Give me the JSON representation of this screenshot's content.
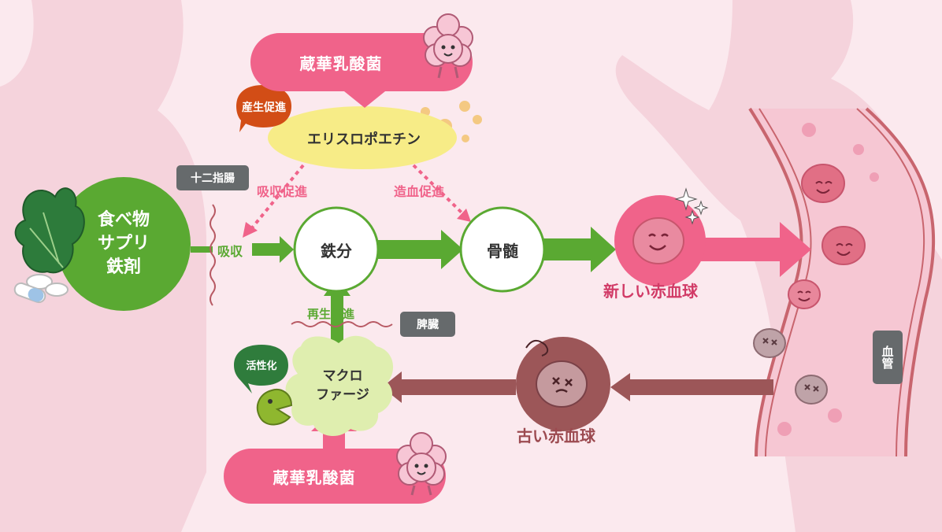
{
  "colors": {
    "pink": "#f0638a",
    "green": "#5aa932",
    "dark_red": "#9c5658",
    "vessel": "#f6c7d3",
    "vessel_wall": "#c8656e",
    "yellow": "#f7ec87",
    "gray_tag": "#666a6c",
    "background": "#fbe9ee"
  },
  "food": {
    "line1": "食べ物",
    "line2": "サプリ",
    "line3": "鉄剤"
  },
  "tags": {
    "duodenum": "十二指腸",
    "spleen": "脾臓",
    "vessel": "血管"
  },
  "bacteria": {
    "top": "蔵華乳酸菌",
    "bottom": "蔵華乳酸菌"
  },
  "epo": {
    "label": "エリスロポエチン",
    "badge": "産生促進"
  },
  "arrows": {
    "absorb_promote": "吸収促進",
    "hemato_promote": "造血促進",
    "absorb": "吸収",
    "regen_promote": "再生促進"
  },
  "nodes": {
    "iron": "鉄分",
    "marrow": "骨髄",
    "macrophage_line1": "マクロ",
    "macrophage_line2": "ファージ"
  },
  "activation": "活性化",
  "new_rbc": "新しい赤血球",
  "old_rbc": "古い赤血球"
}
